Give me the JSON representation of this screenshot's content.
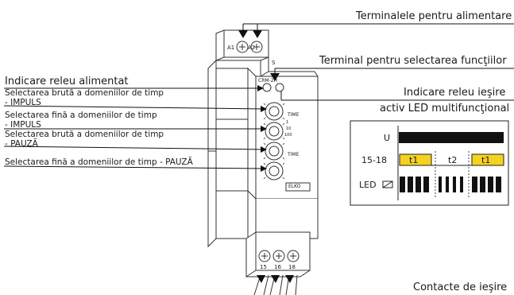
{
  "labels": {
    "power_terminals": "Terminalele pentru alimentare",
    "function_terminal": "Terminal pentru selectarea funcţiilor",
    "relay_power_indicator": "Indicare releu alimentat",
    "output_indicator_line1": "Indicare releu ieşire",
    "output_indicator_line2": "activ LED multifuncţional",
    "coarse_impulse_line1": "Selectarea brută a domeniilor de timp",
    "coarse_impulse_line2": "- IMPULS",
    "fine_impulse_line1": "Selectarea fină a domeniilor de timp",
    "fine_impulse_line2": "- IMPULS",
    "coarse_pause_line1": "Selectarea brută a domeniilor de timp",
    "coarse_pause_line2": "- PAUZĂ",
    "fine_pause": "Selectarea fină a domeniilor de timp - PAUZĂ",
    "output_contacts": "Contacte de ieşire"
  },
  "device": {
    "model": "CRM-2H",
    "brand": "ELKO",
    "terminal_a1": "A1",
    "terminal_a2": "A2",
    "terminal_s": "S",
    "time_label_1": "TIME",
    "time_label_2": "TIME",
    "scale_1": "1",
    "scale_10": "10",
    "scale_100": "100",
    "out_15": "15",
    "out_16": "16",
    "out_18": "18"
  },
  "timing": {
    "row_u": "U",
    "row_contacts": "15-18",
    "row_led": "LED",
    "t1_first": "t1",
    "t2": "t2",
    "t1_second": "t1",
    "highlight_color": "#f5d21e"
  }
}
